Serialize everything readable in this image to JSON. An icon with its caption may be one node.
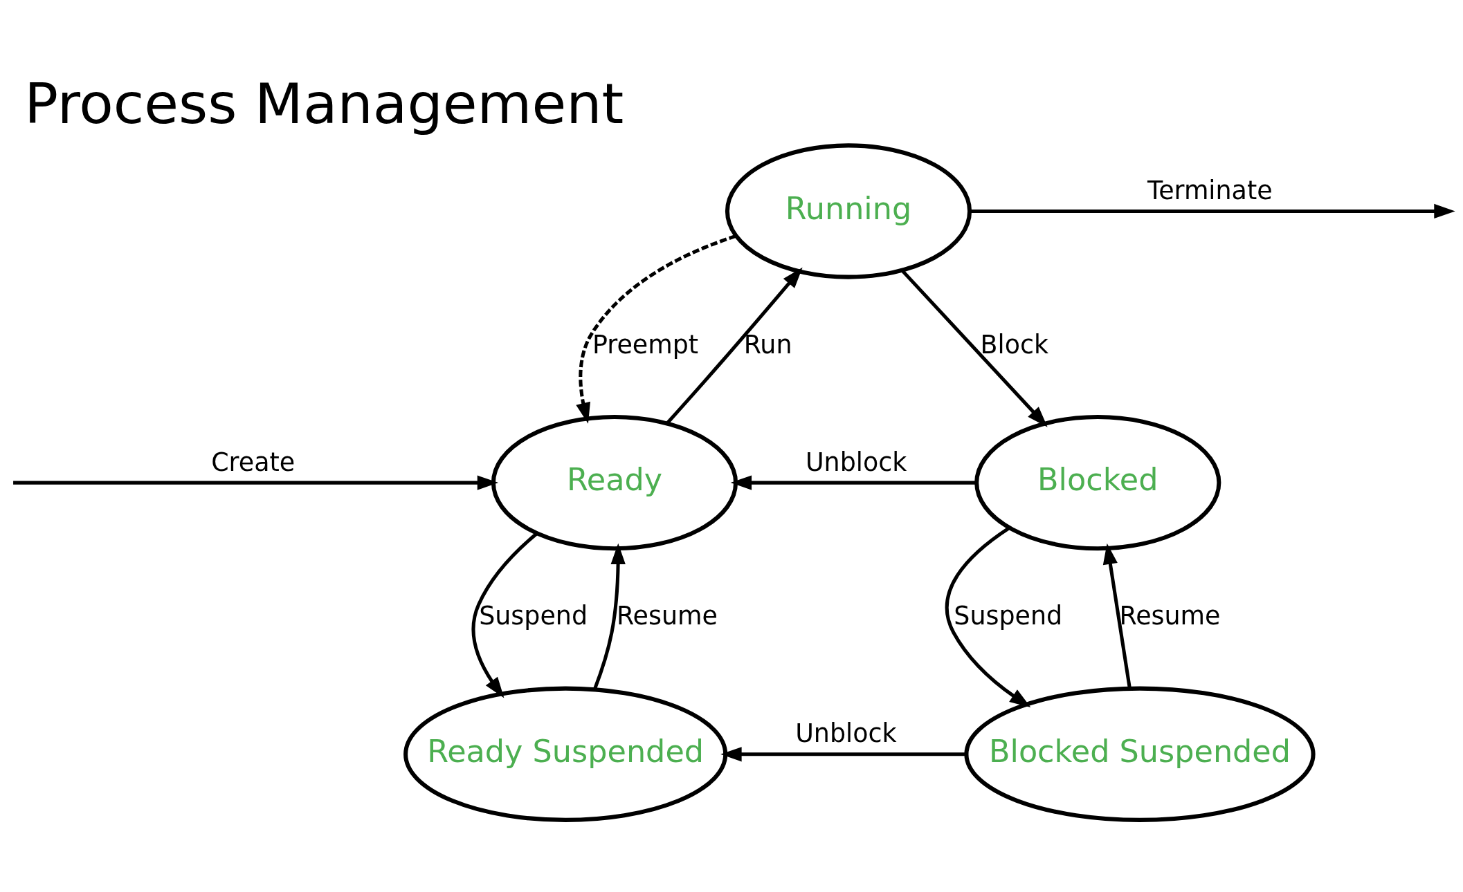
{
  "diagram": {
    "title": "Process Management",
    "nodes": [
      {
        "text": [
          "Running"
        ]
      },
      {
        "text": [
          "Ready"
        ]
      },
      {
        "text": [
          "Blocked"
        ]
      },
      {
        "text": [
          "Ready Suspended"
        ]
      },
      {
        "text": [
          "Blocked Suspended"
        ]
      }
    ],
    "edges": [
      {
        "from": 0,
        "to": null,
        "arrow": "to",
        "label": "Terminate"
      },
      {
        "from": 0,
        "to": 1,
        "arrow": "to",
        "label": "Preempt",
        "style": "dashed"
      },
      {
        "from": 1,
        "to": 0,
        "arrow": "to",
        "label": "Run"
      },
      {
        "from": 0,
        "to": 2,
        "arrow": "to",
        "label": "Block"
      },
      {
        "from": null,
        "to": 1,
        "arrow": "to",
        "label": "Create"
      },
      {
        "from": 2,
        "to": 1,
        "arrow": "to",
        "label": "Unblock"
      },
      {
        "from": 1,
        "to": 3,
        "arrow": "to",
        "label": "Suspend"
      },
      {
        "from": 3,
        "to": 1,
        "arrow": "to",
        "label": "Resume"
      },
      {
        "from": 2,
        "to": 4,
        "arrow": "to",
        "label": "Suspend"
      },
      {
        "from": 4,
        "to": 2,
        "arrow": "to",
        "label": "Resume"
      },
      {
        "from": 4,
        "to": 3,
        "arrow": "to",
        "label": "Unblock"
      }
    ]
  }
}
